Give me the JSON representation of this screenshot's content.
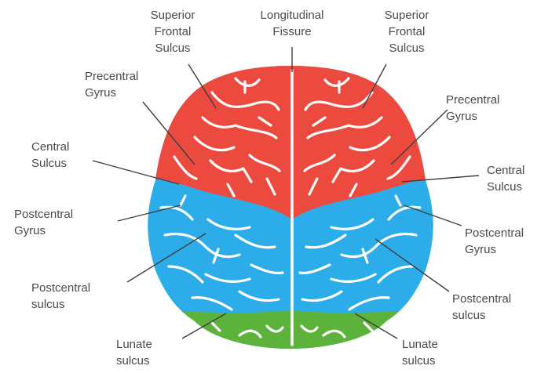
{
  "colors": {
    "frontal": "#ec4a3f",
    "parietal": "#2cace8",
    "occipital": "#5cb23a",
    "sulcus": "#ffffff",
    "leader": "#3f3f3f",
    "label": "#4a4a4a",
    "background": "#ffffff"
  },
  "regions": {
    "frontal_lobe": "frontal",
    "parietal_lobe": "parietal",
    "occipital_lobe": "occipital"
  },
  "labels": {
    "superior_frontal_left": [
      "Superior",
      "Frontal",
      "Sulcus"
    ],
    "longitudinal_fissure": [
      "Longitudinal",
      "Fissure"
    ],
    "superior_frontal_right": [
      "Superior",
      "Frontal",
      "Sulcus"
    ],
    "precentral_gyrus_left": [
      "Precentral",
      "Gyrus"
    ],
    "precentral_gyrus_right": [
      "Precentral",
      "Gyrus"
    ],
    "central_sulcus_left": [
      "Central",
      "Sulcus"
    ],
    "central_sulcus_right": [
      "Central",
      "Sulcus"
    ],
    "postcentral_gyrus_left": [
      "Postcentral",
      "Gyrus"
    ],
    "postcentral_gyrus_right": [
      "Postcentral",
      "Gyrus"
    ],
    "postcentral_sulcus_left": [
      "Postcentral",
      "sulcus"
    ],
    "postcentral_sulcus_right": [
      "Postcentral",
      "sulcus"
    ],
    "lunate_sulcus_left": [
      "Lunate",
      "sulcus"
    ],
    "lunate_sulcus_right": [
      "Lunate",
      "sulcus"
    ]
  }
}
